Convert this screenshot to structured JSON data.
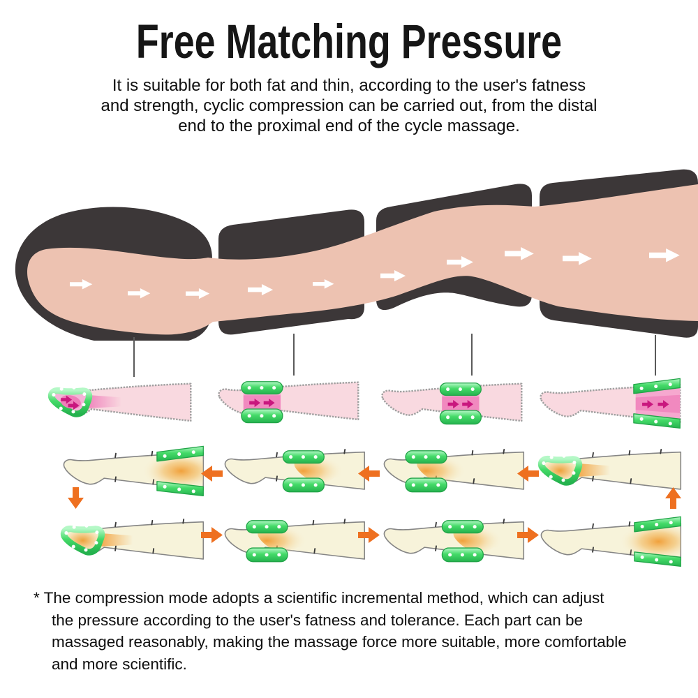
{
  "header": {
    "title": "Free Matching Pressure",
    "subtitle_lines": [
      "It is suitable for both fat and thin, according to the user's fatness",
      "and strength, cyclic compression can be carried out, from the distal",
      "end to the proximal end of the cycle massage."
    ]
  },
  "footnote": {
    "lines": [
      "* The compression mode adopts a scientific incremental method, which can adjust",
      "the pressure according to the user's fatness and tolerance. Each part can be",
      "massaged reasonably, making the massage force more suitable, more comfortable",
      "and more scientific."
    ]
  },
  "colors": {
    "skin": "#edc2b1",
    "cuff_dark": "#3c3738",
    "leg_pink": "#f9d9e0",
    "pressure_zone": "#f6a8cf",
    "pressure_deep": "#ef7fba",
    "pressure_arrow": "#c9177e",
    "cuff_green": "#3bd662",
    "cuff_green_edge": "#21a447",
    "leg_cream": "#f7f3da",
    "glow_orange": "#f2a340",
    "flow_arrow_orange": "#ee7020"
  }
}
